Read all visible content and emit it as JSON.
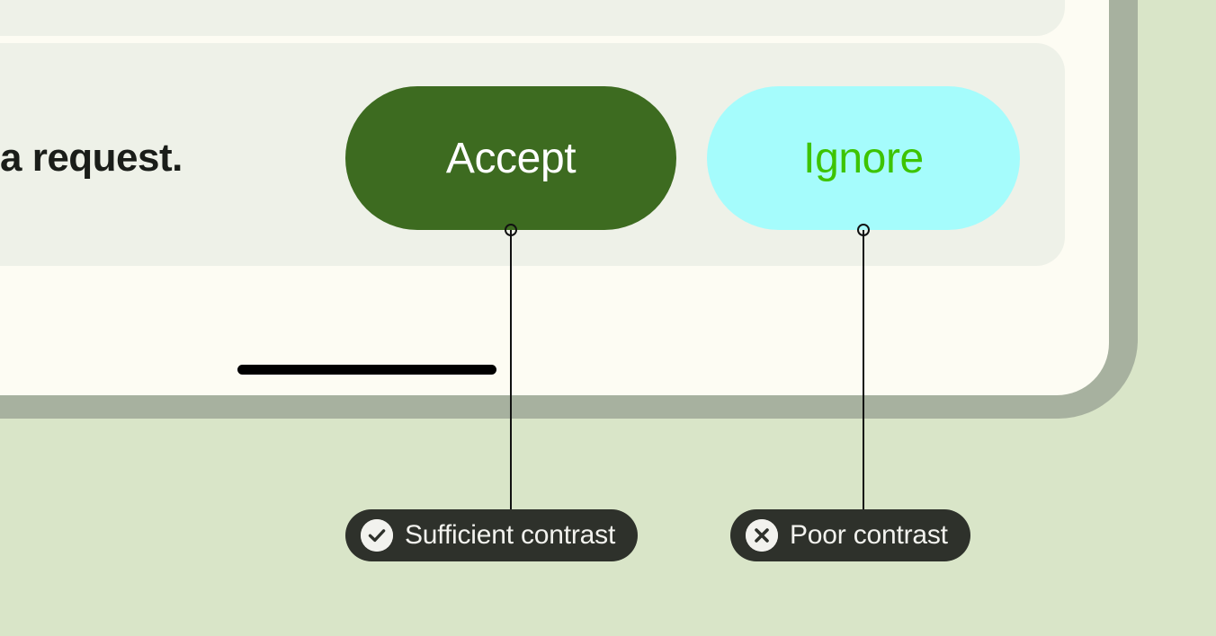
{
  "colors": {
    "page_background": "#d9e5c8",
    "device_bezel": "#a7b19f",
    "phone_screen": "#fdfcf3",
    "card_background": "#eef1e8",
    "accept_button_fill": "#3d6b20",
    "accept_button_text": "#ffffff",
    "ignore_button_fill": "#a5fcfc",
    "ignore_button_text": "#3dc400",
    "callout_pill_fill": "#2e312b",
    "callout_pill_text": "#f2f2ee",
    "body_text": "#1a1d19",
    "home_indicator": "#000000"
  },
  "screen": {
    "body_text": "a request.",
    "actions": {
      "accept_label": "Accept",
      "ignore_label": "Ignore"
    }
  },
  "annotations": [
    {
      "id": "accept",
      "label": "Sufficient contrast",
      "icon": "check-circle-icon",
      "target": "Accept"
    },
    {
      "id": "ignore",
      "label": "Poor contrast",
      "icon": "x-circle-icon",
      "target": "Ignore"
    }
  ]
}
